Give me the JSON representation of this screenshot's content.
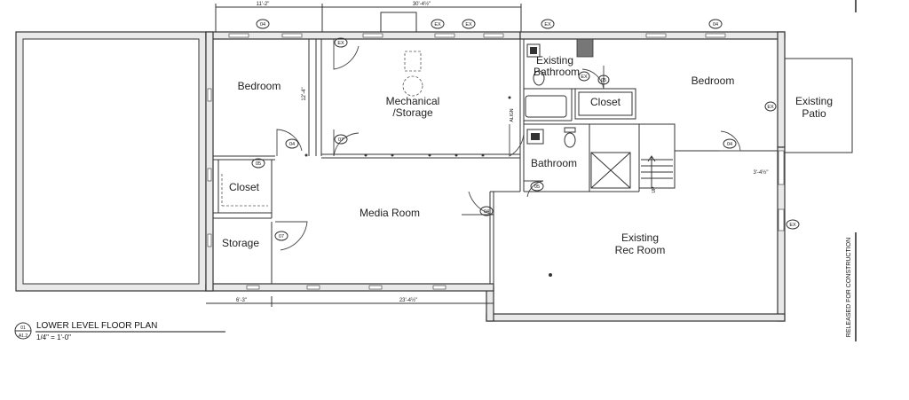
{
  "rooms": {
    "bedroom_left": "Bedroom",
    "mechanical_1": "Mechanical",
    "mechanical_2": "/Storage",
    "existing_bathroom_1": "Existing",
    "existing_bathroom_2": "Bathroom",
    "bedroom_right": "Bedroom",
    "closet_right": "Closet",
    "existing_patio_1": "Existing",
    "existing_patio_2": "Patio",
    "bathroom": "Bathroom",
    "closet_left": "Closet",
    "media_room": "Media Room",
    "storage": "Storage",
    "rec_room_1": "Existing",
    "rec_room_2": "Rec Room"
  },
  "dimensions": {
    "top_left": "11'-2\"",
    "top_middle": "30'-4½\"",
    "left_vertical": "12'-4\"",
    "bottom_left": "6'-3\"",
    "bottom_middle": "23'-4½\"",
    "right_small": "3'-4½\""
  },
  "tags": {
    "t04_top": "04",
    "ex_1": "EX",
    "ex_2": "EX",
    "ex_3": "EX",
    "t04_top_right": "04",
    "ex_mech": "EX",
    "ex_bath": "EX",
    "t05_closet": "05",
    "ex_bedroom": "EX",
    "ex_right": "EX",
    "t04_bedroom_left": "04",
    "t07_mech": "07",
    "t05_closet_left": "05",
    "t04_bedroom_right": "04",
    "t05_bathroom": "05",
    "t04_rec": "04",
    "t07_storage": "07"
  },
  "notes": {
    "align": "ALIGN",
    "up": "UP"
  },
  "title_block": {
    "detail_number": "01",
    "sheet_number": "A1.2",
    "title": "LOWER LEVEL FLOOR PLAN",
    "scale": "1/4\" = 1'-0\""
  },
  "side_note": "RELEASED FOR CONSTRUCTION"
}
